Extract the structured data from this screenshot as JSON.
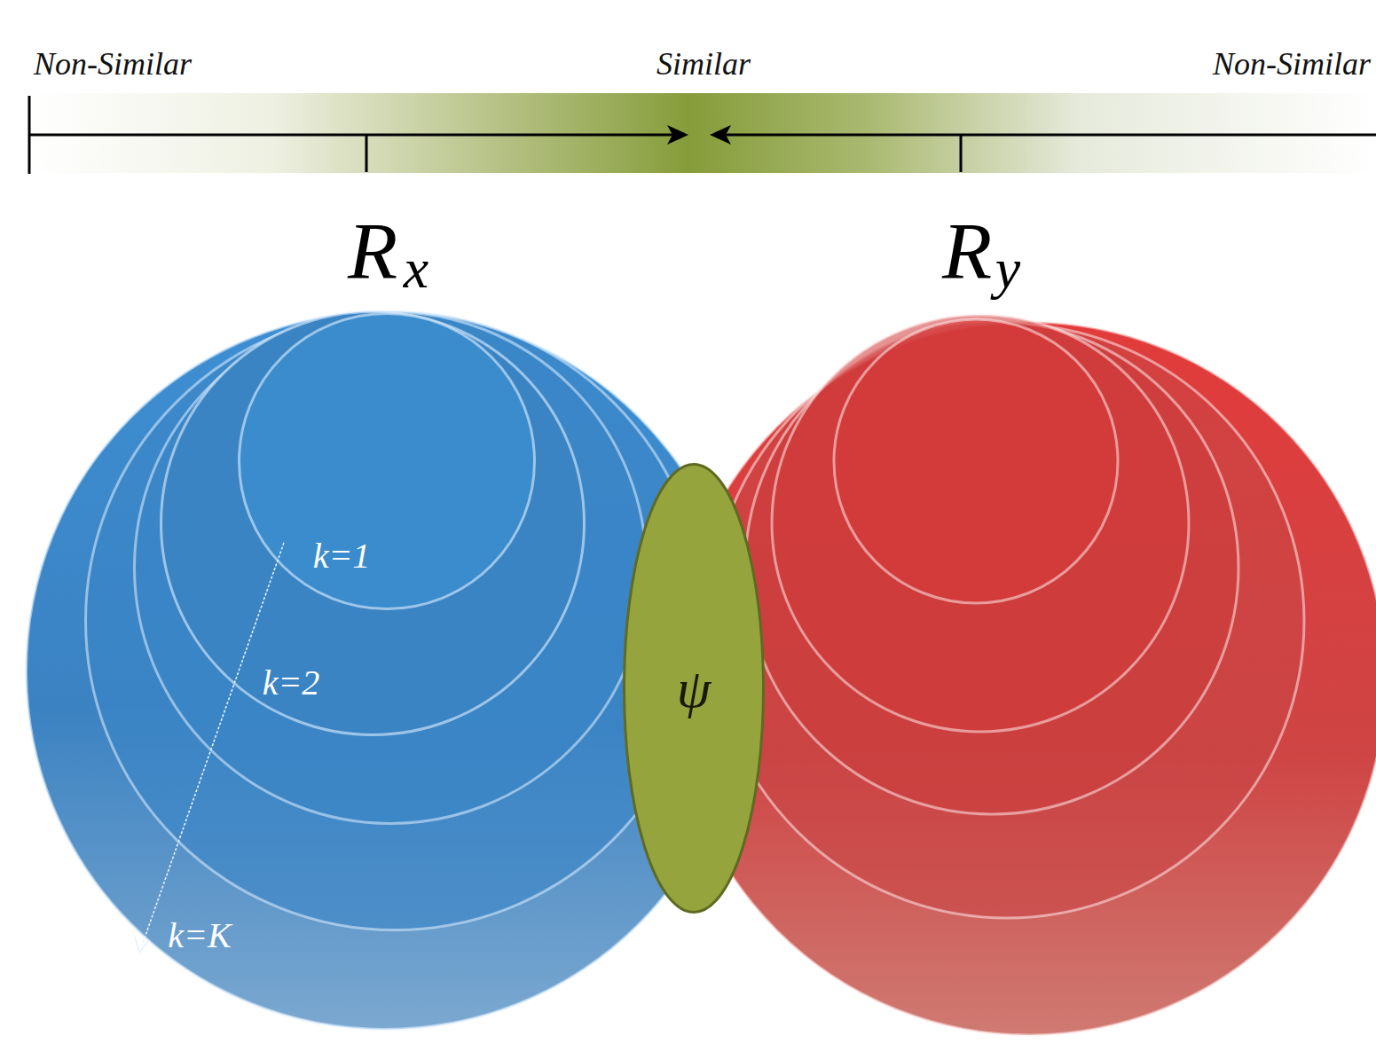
{
  "diagram": {
    "nodes": [
      {
        "text": [
          "k=K"
        ]
      },
      {
        "text": [
          "k=2"
        ],
        "in": 0
      },
      {
        "text": [
          "k=1"
        ],
        "in": 1
      },
      {
        "text": [
          "ψ"
        ]
      }
    ],
    "labels": [
      "Non-Similar",
      "Similar",
      "Non-Similar",
      "R",
      "x",
      "R",
      "y"
    ]
  }
}
